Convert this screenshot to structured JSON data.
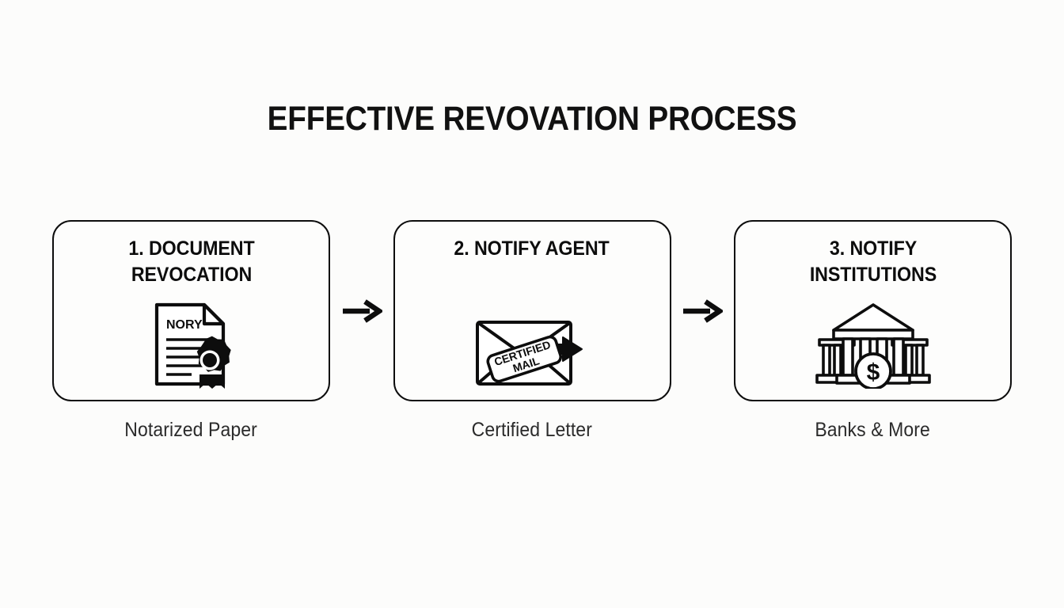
{
  "page": {
    "title": "EFFECTIVE REVOVATION PROCESS",
    "background_color": "#fcfcfb",
    "ink_color": "#0d0d0d"
  },
  "flow": {
    "steps": [
      {
        "title": "1. DOCUMENT REVOCATION",
        "caption": "Notarized Paper",
        "icon": "notarized-document-icon",
        "icon_text": "NORY"
      },
      {
        "title": "2. NOTIFY AGENT",
        "caption": "Certified Letter",
        "icon": "certified-mail-envelope-icon",
        "icon_text_line1": "CERTIFIED",
        "icon_text_line2": "MAIL"
      },
      {
        "title": "3. NOTIFY INSTITUTIONS",
        "caption": "Banks & More",
        "icon": "bank-building-icon",
        "icon_text": "$"
      }
    ],
    "connectors": [
      {
        "icon": "arrow-right-icon"
      },
      {
        "icon": "arrow-right-icon"
      }
    ]
  }
}
